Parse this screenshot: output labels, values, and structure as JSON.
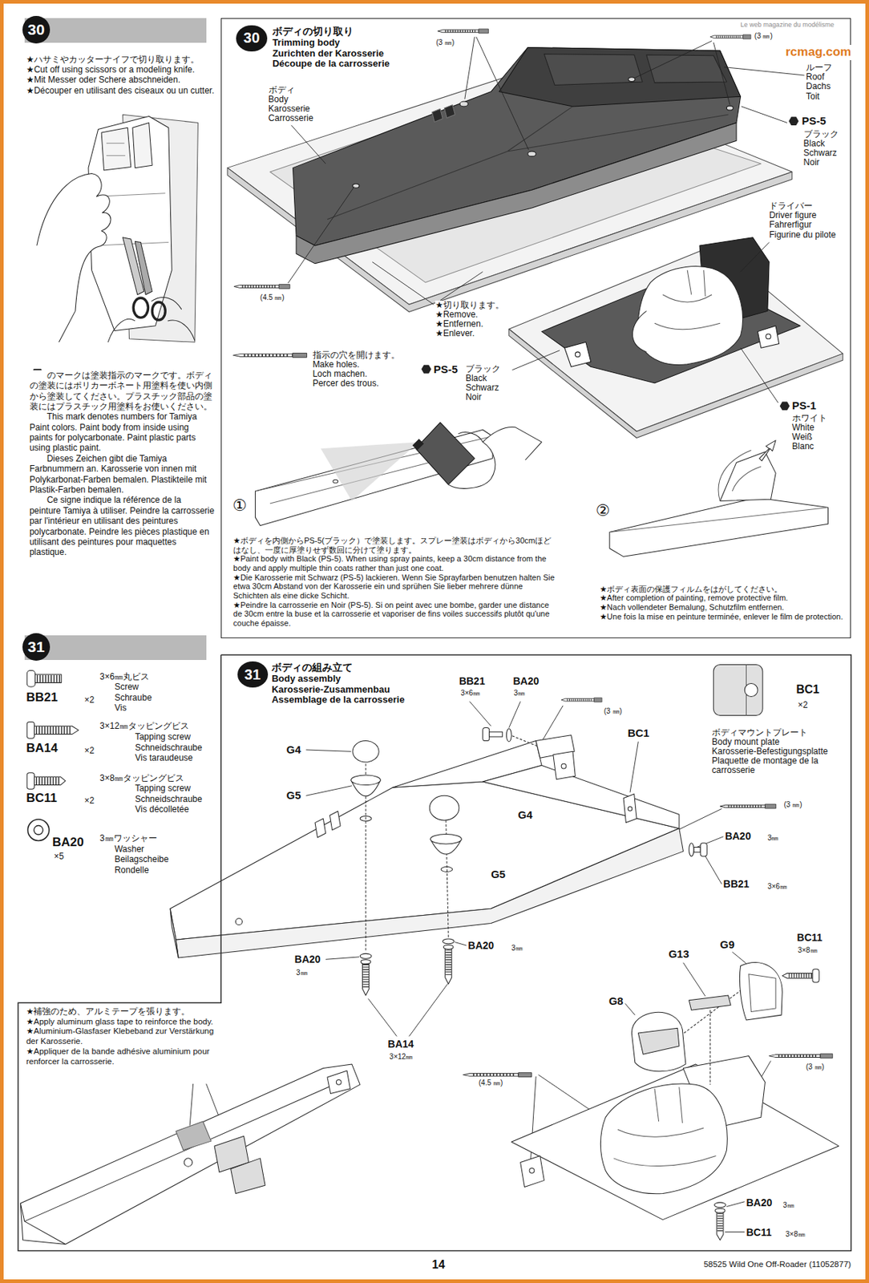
{
  "diagram": {
    "nodes": [
      {
        "text": [
          "30"
        ]
      },
      {
        "text": [
          "ボディの切り取り",
          "Trimming body",
          "Zurichten der Karosserie",
          "Découpe de la carrosserie"
        ]
      },
      {
        "text": [
          "30"
        ],
        "in": 1
      },
      {
        "text": [
          "31"
        ]
      },
      {
        "text": [
          "ボディの組み立て",
          "Body assembly",
          "Karosserie-Zusammenbau",
          "Assemblage de la carrosserie"
        ]
      },
      {
        "text": [
          "31"
        ],
        "in": 4
      }
    ],
    "labels": [
      "★ハサミやカッターナイフで切り取ります。",
      "★Cut off using scissors or a modeling knife.",
      "★Mit Messer oder Schere abschneiden.",
      "★Découper en utilisant des ciseaux ou un cutter.",
      "のマークは塗装指示のマークです。ボディの塗装にはポリカーボネート用塗料を使い内側から塗装してください。プラスチック部品の塗装にはプラスチック用塗料をお使いください。",
      "This mark denotes numbers for Tamiya Paint colors. Paint body from inside using paints for polycarbonate. Paint plastic parts using plastic paint.",
      "Dieses Zeichen gibt die Tamiya Farbnummern an. Karosserie von innen mit Polykarbonat-Farben bemalen. Plastikteile mit Plastik-Farben bemalen.",
      "Ce signe indique la référence de la peinture Tamiya à utiliser. Peindre la carrosserie par l'intérieur en utilisant des peintures polycarbonate. Peindre les pièces plastique en utilisant des peintures pour maquettes plastique.",
      "BB21",
      "×2",
      "3×6㎜丸ビス",
      "Screw",
      "Schraube",
      "Vis",
      "BA14",
      "×2",
      "3×12㎜タッピングビス",
      "Tapping screw",
      "Schneidschraube",
      "Vis taraudeuse",
      "BC11",
      "×2",
      "3×8㎜タッピングビス",
      "Tapping screw",
      "Schneidschraube",
      "Vis décolletée",
      "BA20",
      "×5",
      "3㎜ワッシャー",
      "Washer",
      "Beilagscheibe",
      "Rondelle",
      "★補強のため、アルミテープを張ります。",
      "★Apply aluminum glass tape to reinforce the body.",
      "★Aluminium-Glasfaser Klebeband zur Verstärkung der Karosserie.",
      "★Appliquer de la bande adhésive aluminium pour renforcer la carrosserie.",
      "ボディ",
      "Body",
      "Karosserie",
      "Carrosserie",
      "(3 ㎜)",
      "(3 ㎜)",
      "ルーフ",
      "Roof",
      "Dachs",
      "Toit",
      "PS-5",
      "ブラック",
      "Black",
      "Schwarz",
      "Noir",
      "(4.5 ㎜)",
      "★切り取ります。",
      "★Remove.",
      "★Entfernen.",
      "★Enlever.",
      "ドライバー",
      "Driver figure",
      "Fahrerfigur",
      "Figurine du pilote",
      "指示の穴を開けます。",
      "Make holes.",
      "Loch machen.",
      "Percer des trous.",
      "PS-5",
      "ブラック",
      "Black",
      "Schwarz",
      "Noir",
      "PS-1",
      "ホワイト",
      "White",
      "Weiß",
      "Blanc",
      "①",
      "②",
      "★ボディを内側からPS-5(ブラック）で塗装します。スプレー塗装はボディから30cmほどはなし、一度に厚塗りせず数回に分けて塗ります。",
      "★Paint body with Black (PS-5). When using spray paints, keep a 30cm distance from the body and apply multiple thin coats rather than just one coat.",
      "★Die Karosserie mit Schwarz (PS-5) lackieren. Wenn Sie Sprayfarben benutzen halten Sie etwa 30cm Abstand von der Karosserie ein und sprühen Sie lieber mehrere dünne Schichten als eine dicke Schicht.",
      "★Peindre la carrosserie en Noir (PS-5). Si on peint avec une bombe, garder une distance de 30cm entre la buse et la carrosserie et vaporiser de fins voiles successifs plutôt qu'une couche épaisse.",
      "★ボディ表面の保護フィルムをはがしてください。",
      "★After completion of painting, remove protective film.",
      "★Nach vollendeter Bemalung, Schutzfilm entfernen.",
      "★Une fois la mise en peinture terminée, enlever le film de protection.",
      "BB21",
      "3×6㎜",
      "BA20",
      "3㎜",
      "(3 ㎜)",
      "BC1",
      "BC1",
      "×2",
      "ボディマウントプレート",
      "Body mount plate",
      "Karosserie-Befestigungsplatte",
      "Plaquette de montage de la carrosserie",
      "G4",
      "G5",
      "G4",
      "G5",
      "(3 ㎜)",
      "BA20",
      "3㎜",
      "BB21",
      "3×6㎜",
      "BA20",
      "3㎜",
      "BA20",
      "3㎜",
      "BA14",
      "3×12㎜",
      "G9",
      "BC11",
      "3×8㎜",
      "G13",
      "G8",
      "(3 ㎜)",
      "(4.5 ㎜)",
      "BA20",
      "3㎜",
      "BC11",
      "3×8㎜",
      "14",
      "58525 Wild One Off-Roader (11052877)",
      "rcmag.com",
      "Le web magazine du modélisme"
    ]
  }
}
